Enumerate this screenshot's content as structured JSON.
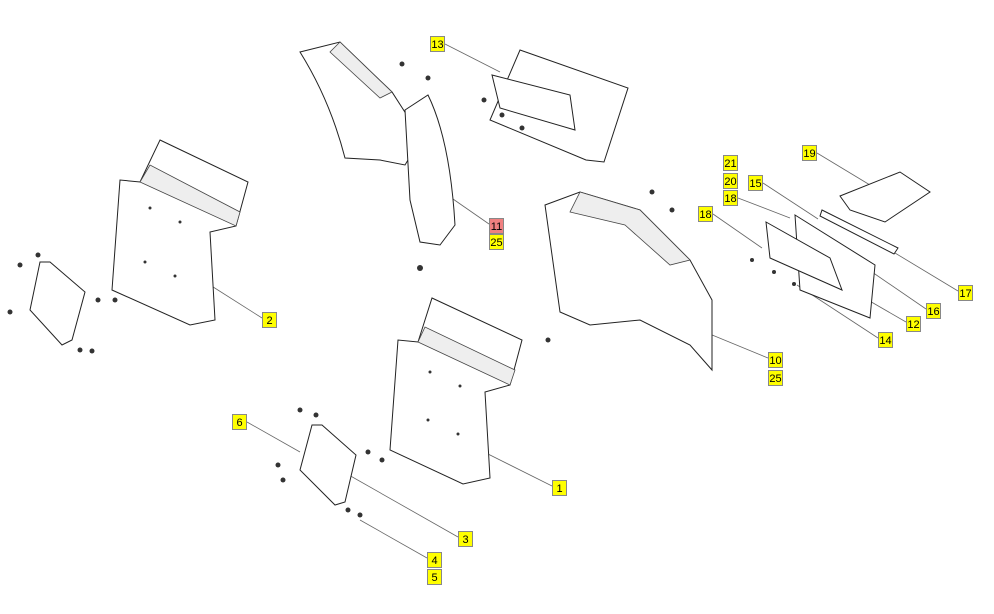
{
  "diagram": {
    "callouts": [
      {
        "id": "c13",
        "label": "13",
        "highlighted": false
      },
      {
        "id": "c11",
        "label": "11",
        "highlighted": true
      },
      {
        "id": "c25a",
        "label": "25",
        "highlighted": false
      },
      {
        "id": "c2",
        "label": "2",
        "highlighted": false
      },
      {
        "id": "c19",
        "label": "19",
        "highlighted": false
      },
      {
        "id": "c21",
        "label": "21",
        "highlighted": false
      },
      {
        "id": "c20",
        "label": "20",
        "highlighted": false
      },
      {
        "id": "c18a",
        "label": "18",
        "highlighted": false
      },
      {
        "id": "c15",
        "label": "15",
        "highlighted": false
      },
      {
        "id": "c18b",
        "label": "18",
        "highlighted": false
      },
      {
        "id": "c17",
        "label": "17",
        "highlighted": false
      },
      {
        "id": "c16",
        "label": "16",
        "highlighted": false
      },
      {
        "id": "c12",
        "label": "12",
        "highlighted": false
      },
      {
        "id": "c14",
        "label": "14",
        "highlighted": false
      },
      {
        "id": "c10",
        "label": "10",
        "highlighted": false
      },
      {
        "id": "c25b",
        "label": "25",
        "highlighted": false
      },
      {
        "id": "c6",
        "label": "6",
        "highlighted": false
      },
      {
        "id": "c1",
        "label": "1",
        "highlighted": false
      },
      {
        "id": "c3",
        "label": "3",
        "highlighted": false
      },
      {
        "id": "c4",
        "label": "4",
        "highlighted": false
      },
      {
        "id": "c5",
        "label": "5",
        "highlighted": false
      }
    ],
    "colors": {
      "callout": "#ffff00",
      "callout_highlight": "#f08080"
    }
  }
}
